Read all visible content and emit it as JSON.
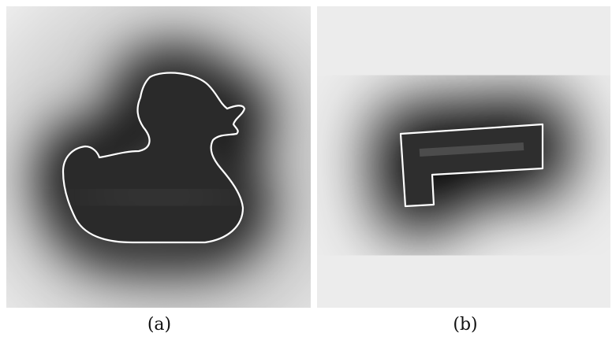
{
  "figure": {
    "panels": [
      {
        "id": "a",
        "label": "(a)",
        "shape": "duck-outline"
      },
      {
        "id": "b",
        "label": "(b)",
        "shape": "L-shape-outline"
      }
    ],
    "colors": {
      "background_far": "#f0f0f0",
      "background_near": "#050505",
      "contour": "#ffffff",
      "page": "#ffffff"
    }
  }
}
